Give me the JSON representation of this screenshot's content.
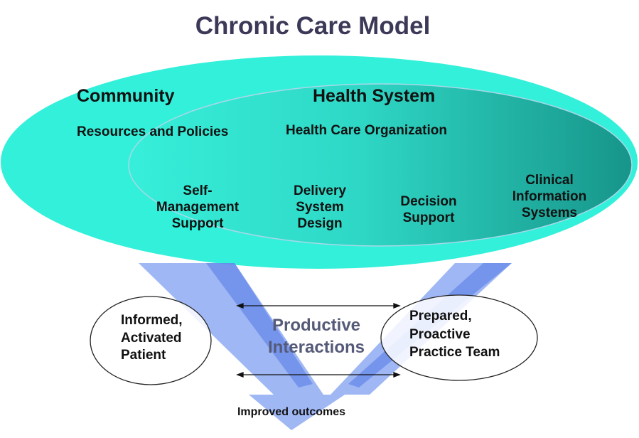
{
  "title": "Chronic Care Model",
  "community": {
    "heading": "Community",
    "sub": "Resources and Policies"
  },
  "health_system": {
    "heading": "Health System",
    "sub": "Health Care Organization"
  },
  "elements": [
    "Self-\nManagement\nSupport",
    "Delivery\nSystem\nDesign",
    "Decision\nSupport",
    "Clinical\nInformation\nSystems"
  ],
  "patient": "Informed,\nActivated\nPatient",
  "team": "Prepared,\nProactive\nPractice Team",
  "interactions": "Productive\nInteractions",
  "outcome": "Improved outcomes",
  "colors": {
    "outer": "#33f0da",
    "inner_dark": "#1a9e8e",
    "arrow": "#7f9ff0",
    "title": "#3b3957"
  }
}
